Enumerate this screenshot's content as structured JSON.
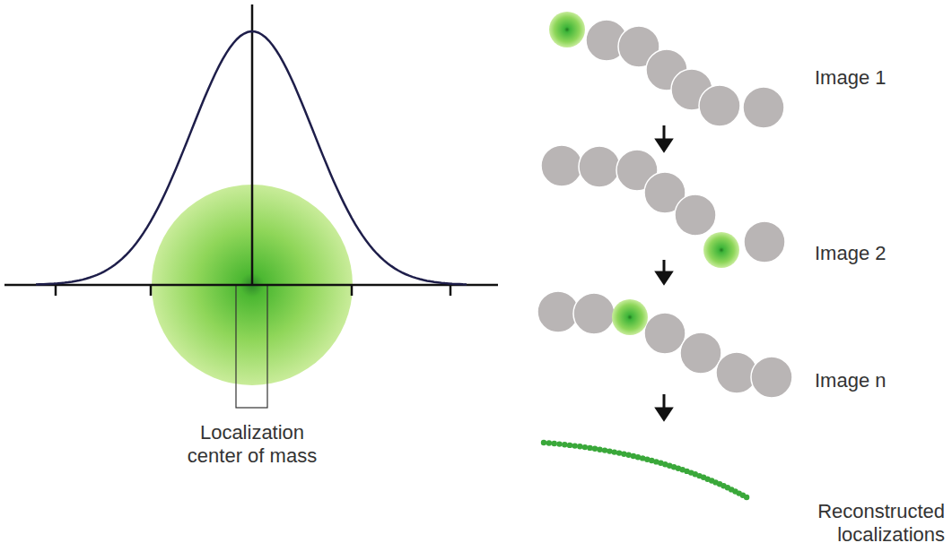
{
  "diagram": {
    "labels": [
      "Image 1",
      "Image 2",
      "Image n",
      "Localization center of mass",
      "Reconstructed localizations"
    ]
  }
}
